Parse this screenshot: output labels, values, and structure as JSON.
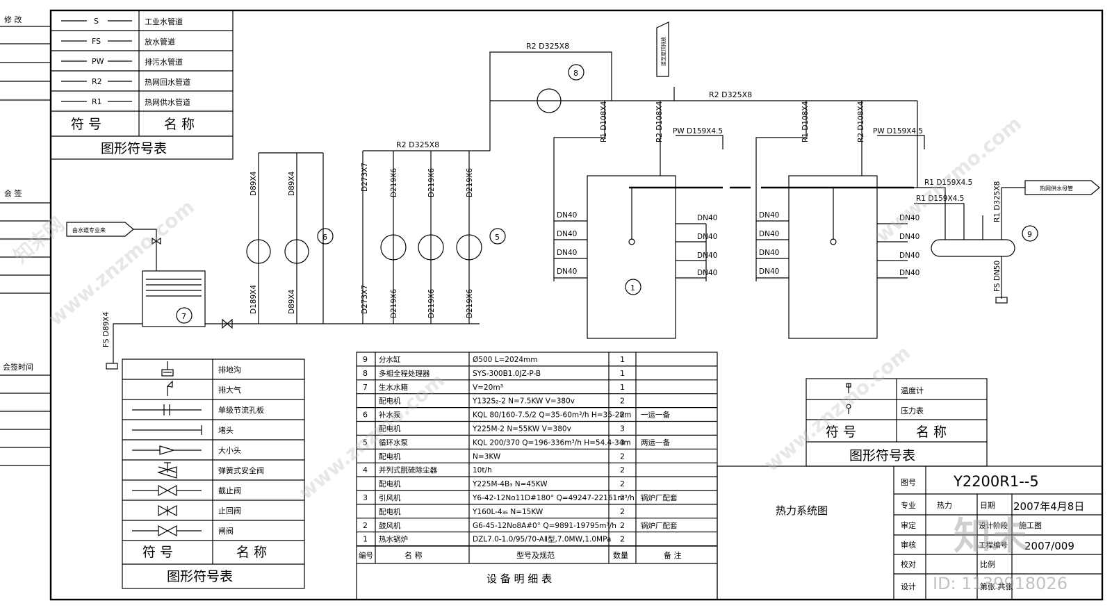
{
  "title_block": {
    "drawing_title": "热力系统图",
    "drawing_no_label": "图号",
    "drawing_no": "Y2200R1--5",
    "discipline_label": "专业",
    "discipline": "热力",
    "date_label": "日期",
    "date": "2007年4月8日",
    "approve_label": "审定",
    "design_stage_label": "设计阶段",
    "design_stage": "施工图",
    "review_label": "审核",
    "project_no_label": "工程编号",
    "project_no": "2007/009",
    "check_label": "校对",
    "scale_label": "比例",
    "design_label": "设计",
    "sheet_label": "第张 共张"
  },
  "left_margin": {
    "revision": "修 改",
    "countersign": "会 签",
    "countersign_time": "会签时间"
  },
  "legend_top": {
    "rows": [
      {
        "code": "S",
        "name": "工业水管道"
      },
      {
        "code": "FS",
        "name": "放水管道"
      },
      {
        "code": "PW",
        "name": "排污水管道"
      },
      {
        "code": "R2",
        "name": "热网回水管道"
      },
      {
        "code": "R1",
        "name": "热网供水管道"
      }
    ],
    "col_symbol": "符 号",
    "col_name": "名 称",
    "footer": "图形符号表"
  },
  "legend_left": {
    "rows": [
      {
        "icon": "drain-pit-icon",
        "name": "排地沟"
      },
      {
        "icon": "vent-atmosphere-icon",
        "name": "排大气"
      },
      {
        "icon": "orifice-plate-icon",
        "name": "单级节流孔板"
      },
      {
        "icon": "plug-icon",
        "name": "堵头"
      },
      {
        "icon": "reducer-icon",
        "name": "大小头"
      },
      {
        "icon": "safety-valve-icon",
        "name": "弹簧式安全阀"
      },
      {
        "icon": "globe-valve-icon",
        "name": "截止阀"
      },
      {
        "icon": "check-valve-icon",
        "name": "止回阀"
      },
      {
        "icon": "gate-valve-icon",
        "name": "闸阀"
      }
    ],
    "col_symbol": "符 号",
    "col_name": "名 称",
    "footer": "图形符号表"
  },
  "legend_right": {
    "rows": [
      {
        "icon": "thermometer-icon",
        "name": "温度计"
      },
      {
        "icon": "pressure-gauge-icon",
        "name": "压力表"
      }
    ],
    "col_symbol": "符 号",
    "col_name": "名 称",
    "footer": "图形符号表"
  },
  "equipment": {
    "rows": [
      {
        "no": "9",
        "name": "分水缸",
        "spec": "Ø500  L=2024mm",
        "qty": "1",
        "note": ""
      },
      {
        "no": "8",
        "name": "多相全程处理器",
        "spec": "SYS-300B1.0JZ-P-B",
        "qty": "1",
        "note": ""
      },
      {
        "no": "7",
        "name": "生水水箱",
        "spec": "V=20m³",
        "qty": "1",
        "note": ""
      },
      {
        "no": "",
        "name": "配电机",
        "spec": "Y132S₂-2  N=7.5KW  V=380v",
        "qty": "2",
        "note": ""
      },
      {
        "no": "6",
        "name": "补水泵",
        "spec": "KQL 80/160-7.5/2  Q=35-60m³/h  H=35-28m",
        "qty": "2",
        "note": "一运一备"
      },
      {
        "no": "",
        "name": "配电机",
        "spec": "Y225M-2  N=55KW  V=380v",
        "qty": "3",
        "note": ""
      },
      {
        "no": "5",
        "name": "循环水泵",
        "spec": "KQL 200/370  Q=196-336m³/h  H=54.4-34m",
        "qty": "3",
        "note": "两运一备"
      },
      {
        "no": "",
        "name": "配电机",
        "spec": "N=3KW",
        "qty": "2",
        "note": ""
      },
      {
        "no": "4",
        "name": "并列式脱硫除尘器",
        "spec": "10t/h",
        "qty": "2",
        "note": ""
      },
      {
        "no": "",
        "name": "配电机",
        "spec": "Y225M-4B₃  N=45KW",
        "qty": "2",
        "note": ""
      },
      {
        "no": "3",
        "name": "引风机",
        "spec": "Y6-42-12No11D#180° Q=49247-22161m³/h",
        "qty": "2",
        "note": "锅炉厂配套"
      },
      {
        "no": "",
        "name": "配电机",
        "spec": "Y160L-4₃₅  N=15KW",
        "qty": "2",
        "note": ""
      },
      {
        "no": "2",
        "name": "鼓风机",
        "spec": "G6-45-12No8A#0° Q=9891-19795m³/h",
        "qty": "2",
        "note": "锅炉厂配套"
      },
      {
        "no": "1",
        "name": "热水锅炉",
        "spec": "DZL7.0-1.0/95/70-AⅡ型,7.0MW,1.0MPa",
        "qty": "2",
        "note": ""
      }
    ],
    "header": {
      "no": "编号",
      "name": "名 称",
      "spec": "型号及规范",
      "qty": "数量",
      "note": "备 注"
    },
    "footer": "设 备 明 细 表"
  },
  "diagram": {
    "r2_top": "R2 D325X8",
    "r2_main": "R2 D325X8",
    "r2_pumps": "R2 D325X8",
    "vent_label": "接至屋顶排放",
    "b1_r1": "R1 D108X4",
    "b1_r2": "R2 D108X4",
    "b1_pw": "PW D159X4.5",
    "b2_r1": "R1 D108X4",
    "b2_r2": "R2 D108X4",
    "b2_pw": "PW D159X4.5",
    "dn40": "DN40",
    "r1_top": "R1 D159X4.5",
    "r1_bottom": "R1 D159X4.5",
    "r1_d325": "R1 D325X8",
    "fs_dn50": "FS DN50",
    "heat_supply": "热网供水母管",
    "water_supply": "由水道专业来",
    "fs_d89": "FS D89X4",
    "d89": "D89X4",
    "d273": "D273X7",
    "d219": "D219X6",
    "tag1": "1",
    "tag5": "5",
    "tag6": "6",
    "tag7": "7",
    "tag8": "8",
    "tag9": "9"
  },
  "watermark": {
    "site": "www.znzmo.com",
    "brand": "知末网",
    "logo": "知末",
    "id": "ID: 1139918026"
  }
}
